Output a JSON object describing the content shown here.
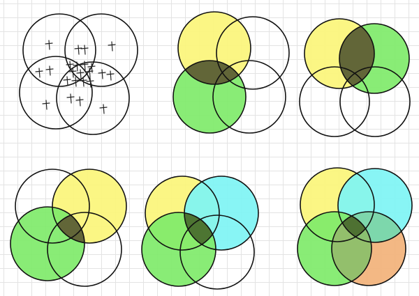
{
  "colors": {
    "grid": "#e3e3e3",
    "outline": "#111111",
    "yellow": "#fbf57a",
    "green": "#7fea6a",
    "cyan": "#7ef4f4",
    "orange": "#f2b27a",
    "dark_overlap": "#5e5a34",
    "olive_overlap": "#496a2c",
    "cyan_green_overlap": "#73d9b0",
    "green_orange_overlap": "#8bbf6b"
  },
  "diagrams": [
    {
      "name": "venn-4-tally-marks",
      "fills": [
        "none",
        "none",
        "none",
        "none"
      ],
      "overlaps": [],
      "marks": true
    },
    {
      "name": "venn-4-yellow-green-overlap",
      "fills": [
        "yellow",
        "none",
        "green",
        "none"
      ],
      "overlaps": [
        {
          "circles": [
            0,
            2
          ],
          "color": "dark_overlap"
        }
      ],
      "marks": false
    },
    {
      "name": "venn-4-yellow-green-top-overlap",
      "fills": [
        "yellow",
        "green",
        "none",
        "none"
      ],
      "overlaps": [
        {
          "circles": [
            0,
            1
          ],
          "color": "dark_overlap"
        }
      ],
      "marks": false
    },
    {
      "name": "venn-4-three-way-overlap",
      "fills": [
        "none",
        "yellow",
        "green",
        "none"
      ],
      "overlaps": [
        {
          "circles": [
            1,
            2,
            3
          ],
          "color": "dark_overlap"
        }
      ],
      "marks": false
    },
    {
      "name": "venn-4-three-colors",
      "fills": [
        "yellow",
        "cyan",
        "green",
        "none"
      ],
      "overlaps": [
        {
          "circles": [
            0,
            1,
            2
          ],
          "color": "olive_overlap"
        }
      ],
      "marks": false
    },
    {
      "name": "venn-4-four-colors",
      "fills": [
        "yellow",
        "cyan",
        "green",
        "orange"
      ],
      "overlaps": [
        {
          "circles": [
            1,
            3
          ],
          "color": "cyan_green_overlap"
        },
        {
          "circles": [
            2,
            3
          ],
          "color": "green_orange_overlap"
        },
        {
          "circles": [
            0,
            1,
            2,
            3
          ],
          "color": "olive_overlap"
        }
      ],
      "marks": false
    }
  ]
}
